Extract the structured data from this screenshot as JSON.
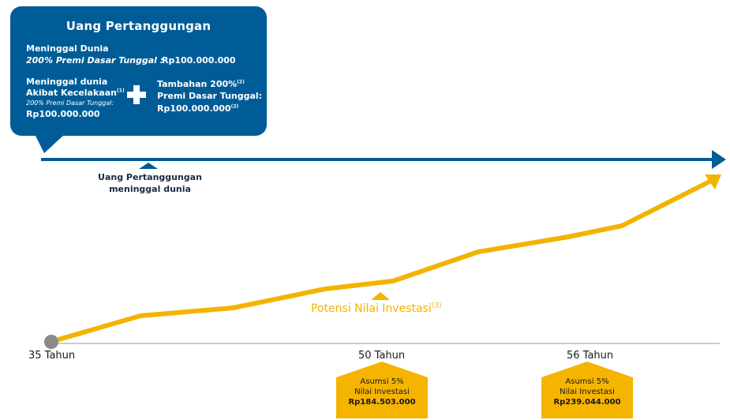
{
  "coverage": {
    "title": "Uang Pertanggungan",
    "death_label": "Meninggal Dunia",
    "death_sub": "200% Premi Dasar Tunggal :",
    "death_amount": "Rp100.000.000",
    "accident_line1": "Meninggal dunia",
    "accident_line2": "Akibat Kecelakaan",
    "accident_note_ref": "(1)",
    "accident_sub": "200% Premi Dasar Tunggal:",
    "accident_amount": "Rp100.000.000",
    "additional_line1": "Tambahan 200%",
    "additional_ref": "(2)",
    "additional_line2": "Premi Dasar Tunggal:",
    "additional_line3": "Rp100.000.000",
    "additional_amount_ref": "(2)"
  },
  "death_marker": {
    "line1": "Uang Pertanggungan",
    "line2": "meninggal dunia"
  },
  "investment": {
    "label": "Potensi Nilai Investasi",
    "ref": "(3)"
  },
  "timeline": {
    "start_label": "35 Tahun",
    "mid_label": "50 Tahun",
    "end_label": "56 Tahun"
  },
  "boxes": [
    {
      "line1": "Asumsi 5%",
      "line2": "Nilai Investasi",
      "amount": "Rp184.503.000"
    },
    {
      "line1": "Asumsi 5%",
      "line2": "Nilai Investasi",
      "amount": "Rp239.044.000"
    }
  ],
  "colors": {
    "blue": "#005c97",
    "yellow": "#f2b400",
    "box_yellow": "#f5b400",
    "start_dot": "#8a8a8a"
  },
  "icons": {
    "plus": "plus-icon",
    "arrow_head": "arrow-head-icon",
    "marker": "triangle-marker-icon"
  }
}
